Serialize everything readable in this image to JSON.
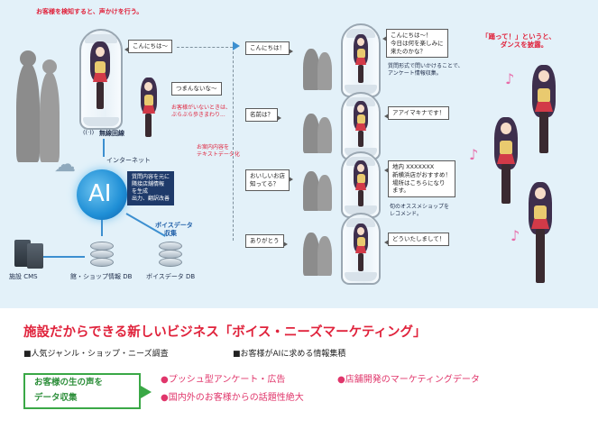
{
  "top_caption": "お客様を検知すると、声かけを行う。",
  "wireless_label": "無線回線",
  "internet_label": "インターネット",
  "ai_label": "AI",
  "ai_note_lines": [
    "質問内容を元に",
    "隣接店舗情報",
    "を生成"
  ],
  "ai_note_extra": [
    "出力、翻訳改善"
  ],
  "voice_data_collect": [
    "ボイスデータ",
    "収集"
  ],
  "cms_label": "施設 CMS",
  "shop_db_label": "館・ショップ情報 DB",
  "voice_db_label": "ボイスデータ DB",
  "left_bubble_hello": "こんにちは〜",
  "left_bubble_bored": "つまんないな〜",
  "left_note_lines": [
    "お客様がいないときは、",
    "ぶらぶら歩きまわり..."
  ],
  "guide_text_lines": [
    "お案内内容を",
    "テキストデータ化"
  ],
  "conversations": [
    {
      "customer": "こんにちは！",
      "robot_lines": [
        "こんにちは〜！",
        "今日は何を楽しみに",
        "来たのかな？"
      ],
      "note_lines": [
        "質問形式で問いかけることで、",
        "アンケート情報収集。"
      ]
    },
    {
      "customer": "名前は？",
      "robot_lines": [
        "アアイマキナです！"
      ],
      "note_lines": []
    },
    {
      "customer": "おいしいお店知ってる？",
      "robot_lines": [
        "地内 XXXXXXX",
        "新横浜店がおすすめ！",
        "場所はこちらになり",
        "ます。"
      ],
      "note_lines": [
        "旬のオススメショップを",
        "レコメンド。"
      ]
    },
    {
      "customer": "ありがとう",
      "robot_lines": [
        "どういたしまして！"
      ],
      "note_lines": []
    }
  ],
  "dance_caption_lines": [
    "「踊って！」というと、",
    "ダンスを披露。"
  ],
  "main_headline": "施設だからできる新しいビジネス「ボイス・ニーズマーケティング」",
  "sub_items": [
    "■人気ジャンル・ショップ・ニーズ調査",
    "■お客様がAIに求める情報集積"
  ],
  "green_box_lines": [
    "お客様の生の声を",
    "データ収集"
  ],
  "bullets": [
    "●プッシュ型アンケート・広告",
    "●店舗開発のマーケティングデータ",
    "●国内外のお客様からの話題性絶大"
  ],
  "colors": {
    "accent_red": "#e0233c",
    "green": "#3aa846",
    "panel_blue": "#e3f1f9",
    "ai_blue": "#1f8fd6",
    "arrow_blue": "#3c8fd0"
  }
}
